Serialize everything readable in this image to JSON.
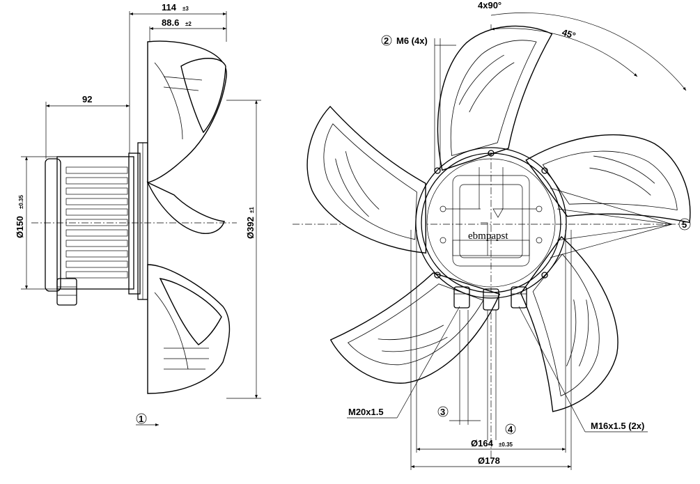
{
  "dimensions": {
    "overall_depth": {
      "value": "114",
      "tolerance": "±3"
    },
    "blade_depth": {
      "value": "88.6",
      "tolerance": "±2"
    },
    "motor_offset": {
      "value": "92"
    },
    "motor_diameter": {
      "value": "Ø150",
      "tolerance": "±0.35"
    },
    "fan_diameter": {
      "value": "Ø392",
      "tolerance": "±1"
    },
    "bolt_circle": {
      "value": "Ø164",
      "tolerance": "±0.35"
    },
    "flange_diameter": {
      "value": "Ø178"
    },
    "angle_pattern": {
      "value": "4x90°"
    },
    "angle": {
      "value": "45°"
    }
  },
  "callouts": {
    "c1": "1",
    "c2": "2",
    "c2_text": "M6 (4x)",
    "c3": "3",
    "c4": "4",
    "c5": "5",
    "m20": "M20x1.5",
    "m16": "M16x1.5 (2x)"
  },
  "logo": "ebmpapst"
}
